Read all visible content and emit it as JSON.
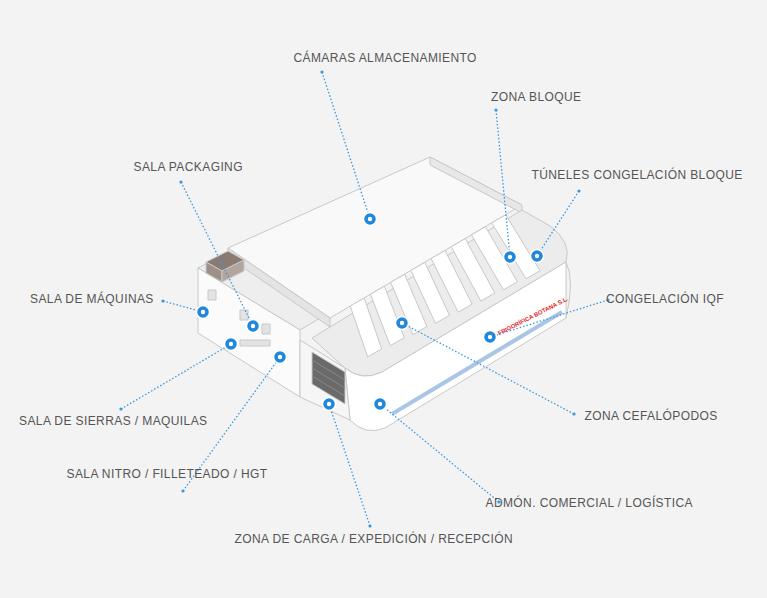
{
  "diagram": {
    "labels": [
      "CÁMARAS ALMACENAMIENTO",
      "ZONA BLOQUE",
      "SALA PACKAGING",
      "TÚNELES CONGELACIÓN BLOQUE",
      "SALA DE MÁQUINAS",
      "CONGELACIÓN IQF",
      "SALA DE SIERRAS / MAQUILAS",
      "ZONA CEFALÓPODOS",
      "SALA NITRO / FILLETEADO / HGT",
      "ADMÓN. COMERCIAL / LOGÍSTICA",
      "ZONA DE CARGA / EXPEDICIÓN / RECEPCIÓN",
      "FRIGORÍFICA BOTANA S.L."
    ]
  }
}
